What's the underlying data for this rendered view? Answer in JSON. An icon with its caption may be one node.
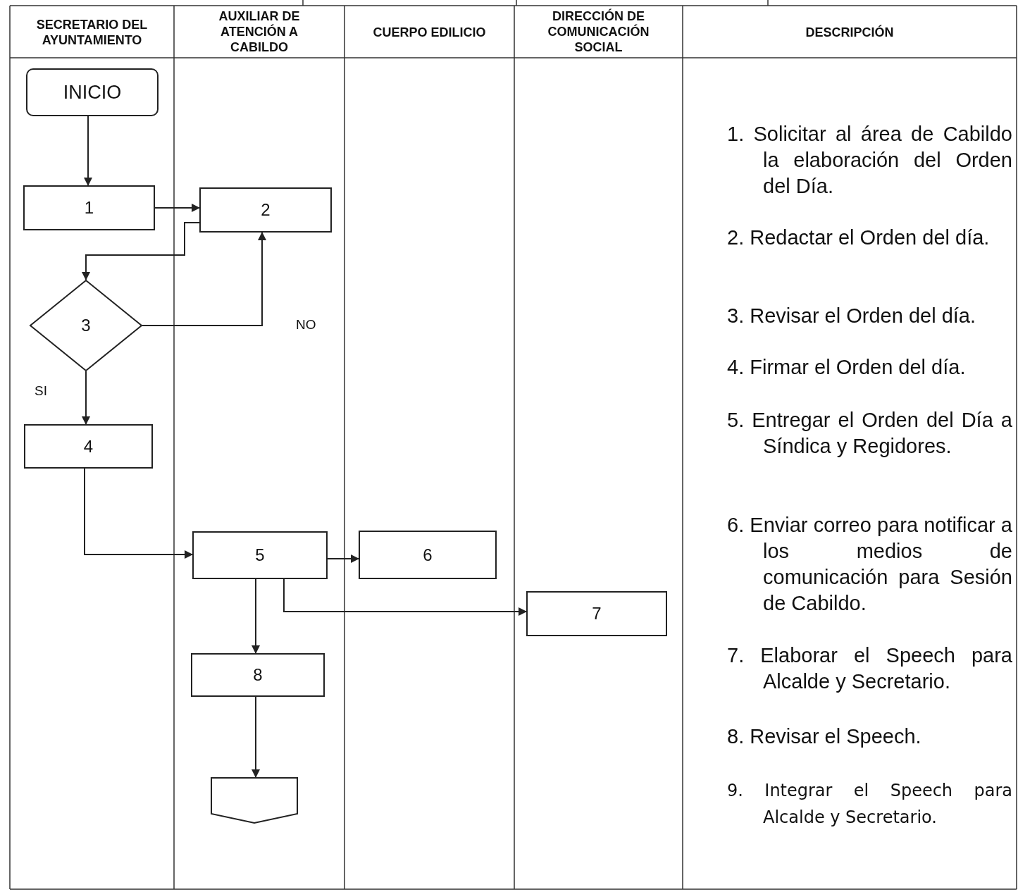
{
  "diagram": {
    "nodes": [
      {
        "text": [
          "SECRETARIO DEL AYUNTAMIENTO"
        ]
      },
      {
        "text": [
          "AUXILIAR DE ATENCIÓN A CABILDO"
        ]
      },
      {
        "text": [
          "CUERPO EDILICIO"
        ]
      },
      {
        "text": [
          "DIRECCIÓN DE COMUNICACIÓN SOCIAL"
        ]
      },
      {
        "text": [
          "DESCRIPCIÓN"
        ]
      },
      {
        "text": [
          "INICIO"
        ]
      },
      {
        "text": [
          "1"
        ]
      },
      {
        "text": [
          "2"
        ]
      },
      {
        "text": [
          "3"
        ]
      },
      {
        "text": [
          "4"
        ]
      },
      {
        "text": [
          "5"
        ]
      },
      {
        "text": [
          "6"
        ]
      },
      {
        "text": [
          "7"
        ]
      },
      {
        "text": [
          "8"
        ]
      },
      {
        "text": [],
        "shape": "pentagon"
      }
    ],
    "edges": [
      {
        "from": 5,
        "to": 6,
        "arrow": "to"
      },
      {
        "from": 6,
        "to": 7,
        "arrow": "to"
      },
      {
        "from": 7,
        "to": 8,
        "arrow": "to"
      },
      {
        "from": 8,
        "to": 7,
        "arrow": "to",
        "label": "NO"
      },
      {
        "from": 8,
        "to": 9,
        "arrow": "to",
        "label": "SI"
      },
      {
        "from": 9,
        "to": 10,
        "arrow": "to"
      },
      {
        "from": 10,
        "to": 11,
        "arrow": "to"
      },
      {
        "from": 10,
        "to": 12,
        "arrow": "to"
      },
      {
        "from": 10,
        "to": 13,
        "arrow": "to"
      },
      {
        "from": 13,
        "to": 14,
        "arrow": "to"
      }
    ],
    "labels": [
      "1. Solicitar al área de Cabildo la elaboración del Orden del Día.",
      "2. Redactar el Orden del día.",
      "3. Revisar el Orden del día.",
      "4. Firmar el Orden del día.",
      "5. Entregar el Orden del Día a Síndica y Regidores.",
      "6. Enviar correo para notificar a los medios de comunicación para Sesión de Cabildo.",
      "7. Elaborar el Speech para Alcalde y Secretario.",
      "8. Revisar el Speech.",
      "9. Integrar el Speech para Alcalde y Secretario."
    ]
  }
}
